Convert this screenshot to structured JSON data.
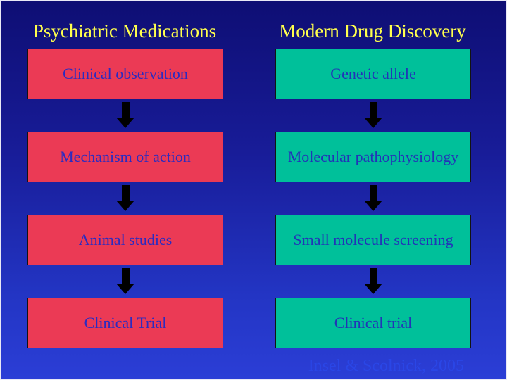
{
  "columns": {
    "left": {
      "title": "Psychiatric Medications",
      "boxes": [
        "Clinical observation",
        "Mechanism of action",
        "Animal studies",
        "Clinical Trial"
      ]
    },
    "right": {
      "title": "Modern Drug Discovery",
      "boxes": [
        "Genetic allele",
        "Molecular pathophysiology",
        "Small molecule screening",
        "Clinical trial"
      ]
    }
  },
  "citation": "Insel & Scolnick, 2005",
  "colors": {
    "background_top": "#0e0e74",
    "background_bottom": "#2b3ed6",
    "left_box": "#eb3a55",
    "right_box": "#00c09a",
    "box_text_left": "#2b2bc0",
    "box_text_right": "#2233b8",
    "title_text": "#ffff4d",
    "arrow": "#000000",
    "citation_text": "#2a46e6"
  }
}
